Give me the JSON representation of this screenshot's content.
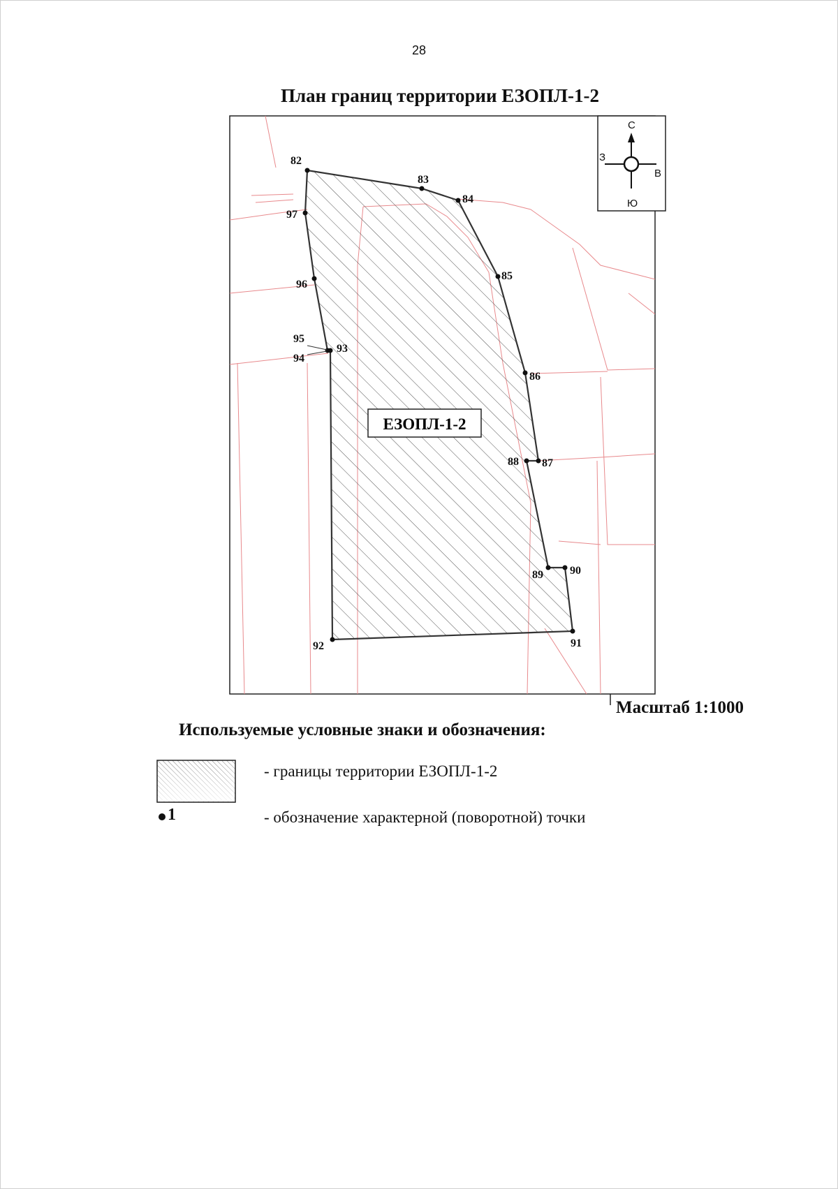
{
  "page_number": "28",
  "title": "План границ территории ЕЗОПЛ-1-2",
  "map": {
    "zone_label": "ЕЗОПЛ-1-2",
    "compass": {
      "north": "С",
      "west": "З",
      "east": "В",
      "south": "Ю"
    },
    "points": [
      "82",
      "83",
      "84",
      "85",
      "86",
      "87",
      "88",
      "89",
      "90",
      "91",
      "92",
      "93",
      "94",
      "95",
      "96",
      "97"
    ]
  },
  "scale": "Масштаб 1:1000",
  "legend": {
    "title": "Используемые условные знаки и обозначения:",
    "items": [
      {
        "text": "- границы территории ЕЗОПЛ-1-2"
      },
      {
        "symbol": "1",
        "text": "- обозначение характерной (поворотной) точки"
      }
    ]
  }
}
